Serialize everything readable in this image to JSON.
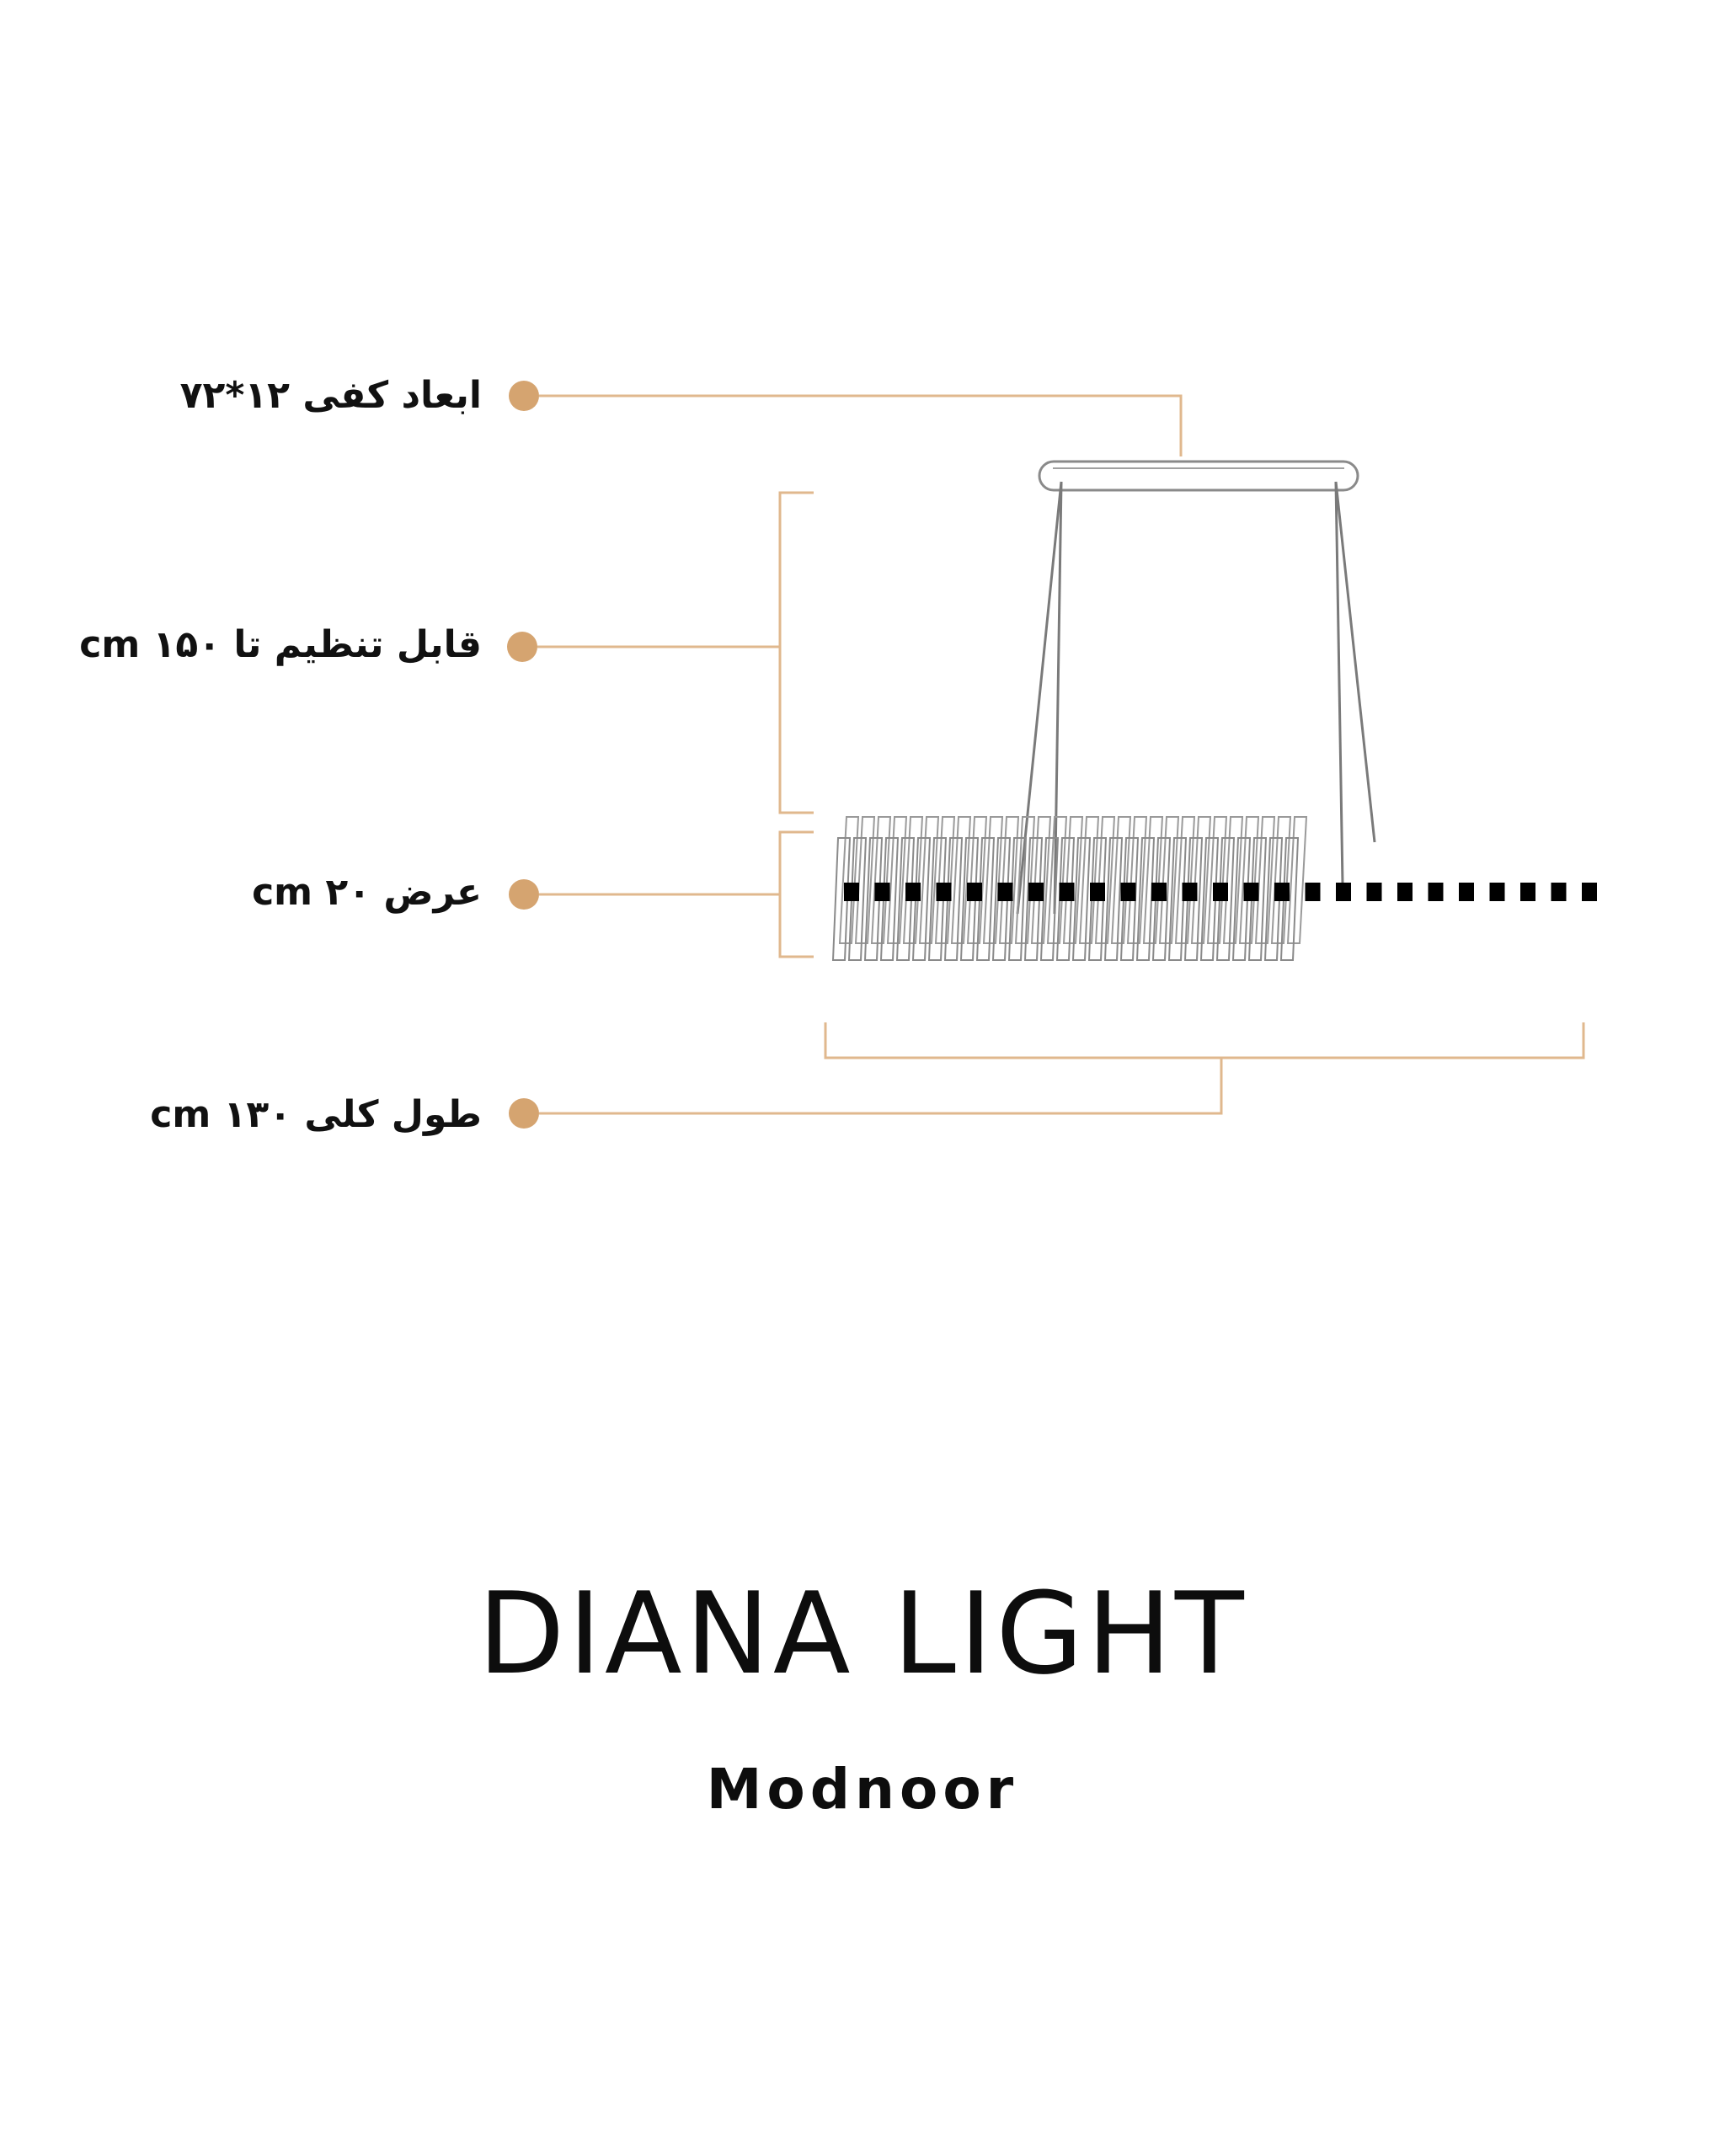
{
  "specs": [
    {
      "text": "ابعاد کفی  ۱۲*۷۲"
    },
    {
      "text": "قابل تنظیم تا  cm ۱۵۰"
    },
    {
      "text": "عرض cm ۲۰"
    },
    {
      "text": "طول کلی  cm ۱۳۰"
    }
  ],
  "product": {
    "name": "DIANA LIGHT"
  },
  "brand": {
    "name": "Modnoor"
  },
  "colors": {
    "accent": "#d5a470",
    "guide_line": "#e0b88e",
    "lamp_line": "#7a7a7a",
    "led_block": "#000000",
    "text": "#111111"
  }
}
